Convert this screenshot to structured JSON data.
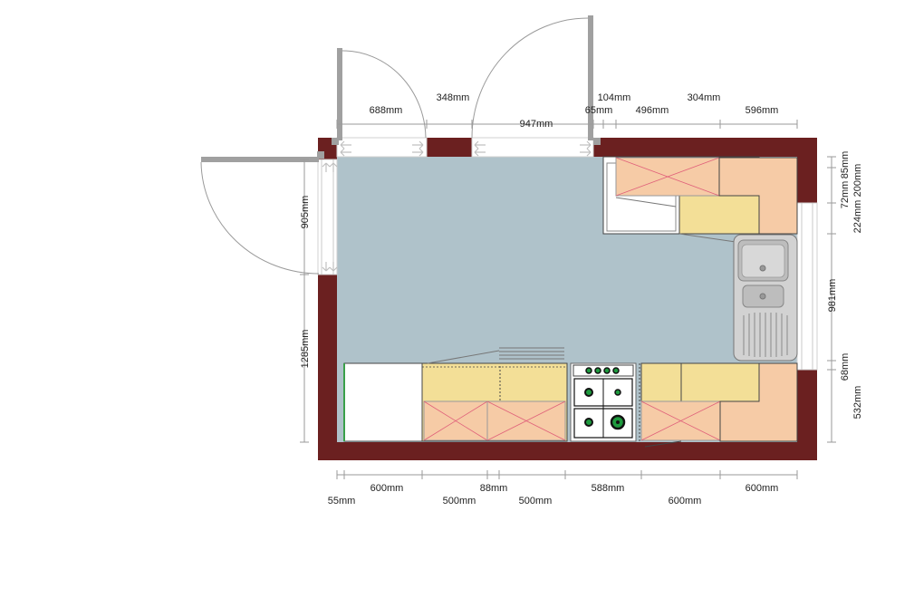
{
  "colors": {
    "wall": "#6b2020",
    "floor": "#afc2ca",
    "base_cabinet": "#f3df97",
    "wall_cabinet": "#f6cba6",
    "cross": "#e0607a",
    "door_frame": "#a0a0a0",
    "dim_line": "#9a9a9a"
  },
  "dimensions": {
    "top_row_1": {
      "d348": "348mm",
      "d104": "104mm",
      "d304": "304mm"
    },
    "top_row_2": {
      "d688": "688mm",
      "d947": "947mm",
      "d65": "65mm",
      "d496": "496mm",
      "d596": "596mm"
    },
    "left": {
      "d905": "905mm",
      "d1285": "1285mm"
    },
    "right": {
      "d72": "72mm",
      "d85": "85mm",
      "d200": "200mm",
      "d224": "224mm",
      "d981": "981mm",
      "d68": "68mm",
      "d532": "532mm"
    },
    "bottom_row_1": {
      "d600a": "600mm",
      "d88": "88mm",
      "d588": "588mm",
      "d600c": "600mm"
    },
    "bottom_row_2": {
      "d55": "55mm",
      "d500a": "500mm",
      "d500b": "500mm",
      "d600b": "600mm"
    }
  }
}
